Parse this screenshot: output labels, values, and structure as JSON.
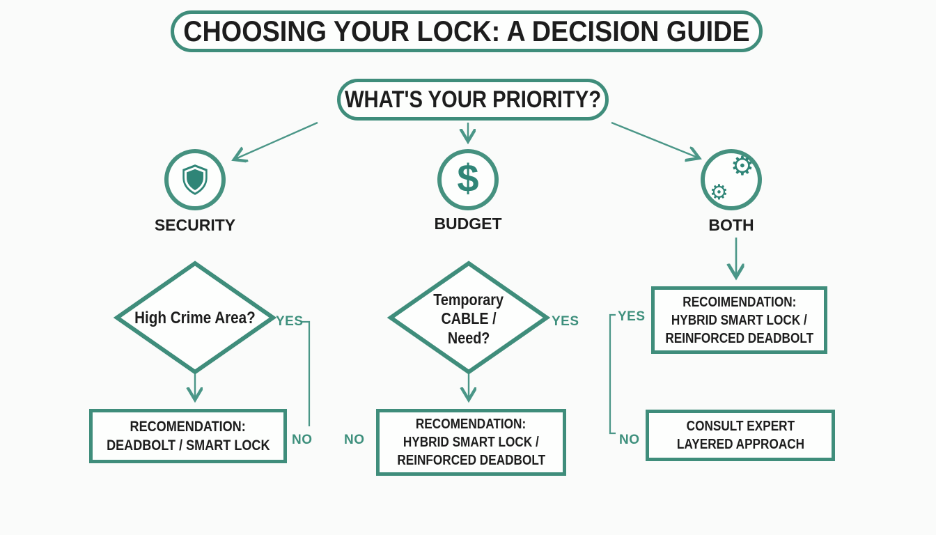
{
  "colors": {
    "teal_border": "#3f8d7b",
    "teal_line": "#4a9687",
    "teal_icon": "#2f8577",
    "text_dark": "#1d1d1d",
    "background": "#fafbfa"
  },
  "title": {
    "text": "CHOOSING YOUR LOCK: A DECISION GUIDE"
  },
  "priority_question": {
    "text": "WHAT'S YOUR PRIORITY?"
  },
  "branches": {
    "security": {
      "label": "SECURITY",
      "icon": "shield-icon"
    },
    "budget": {
      "label": "BUDGET",
      "icon": "dollar-icon",
      "glyph": "$"
    },
    "both": {
      "label": "BOTH",
      "icon": "gears-icon",
      "glyph": "⚙"
    }
  },
  "security_branch": {
    "question": "High Crime Area?",
    "yes_label": "YES",
    "no_label": "NO",
    "recommendation": {
      "line1": "RECOMENDATION:",
      "line2": "DEADBOLT / SMART LOCK"
    }
  },
  "budget_branch": {
    "question": {
      "line1": "Temporary",
      "line2": "CABLE /",
      "line3": "Need?"
    },
    "yes_label": "YES",
    "no_label": "NO",
    "recommendation": {
      "line1": "RECOMENDATION:",
      "line2": "HYBRID SMART LOCK /",
      "line3": "REINFORCED DEADBOLT"
    }
  },
  "both_branch": {
    "yes_label": "YES",
    "no_label": "NO",
    "yes_recommendation": {
      "line1": "RECOIMENDATION:",
      "line2": "HYBRID SMART LOCK /",
      "line3": "REINFORCED DEADBOLT"
    },
    "no_recommendation": {
      "line1": "CONSULT EXPERT",
      "line2": "LAYERED APPROACH"
    }
  }
}
